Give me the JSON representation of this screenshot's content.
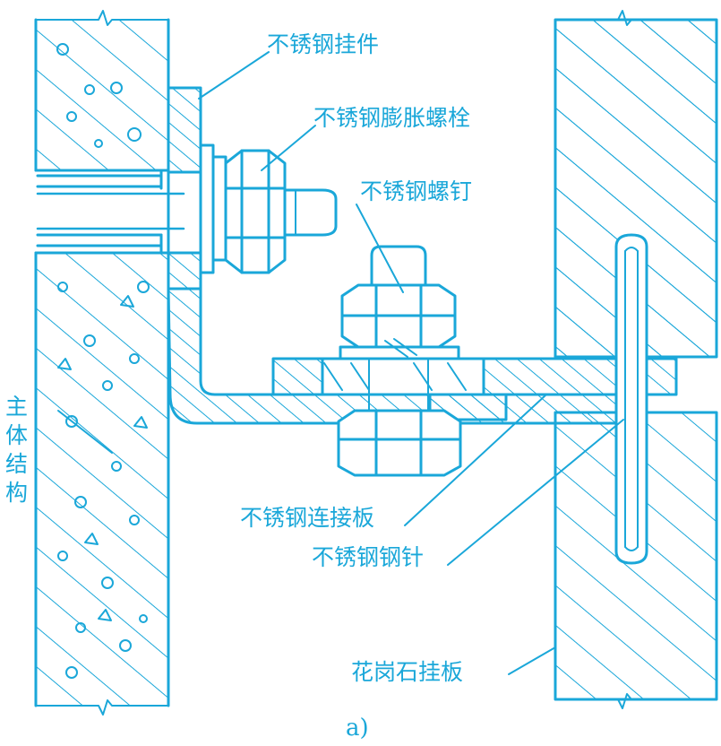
{
  "colors": {
    "ink": "#1aa7d9",
    "background": "#ffffff"
  },
  "labels": {
    "hanger": "不锈钢挂件",
    "expansion_bolt": "不锈钢膨胀螺栓",
    "screw": "不锈钢螺钉",
    "main_structure": [
      "主",
      "体",
      "结",
      "构"
    ],
    "connecting_plate": "不锈钢连接板",
    "steel_pin": "不锈钢钢针",
    "granite_panel": "花岗石挂板"
  },
  "caption": "a)"
}
